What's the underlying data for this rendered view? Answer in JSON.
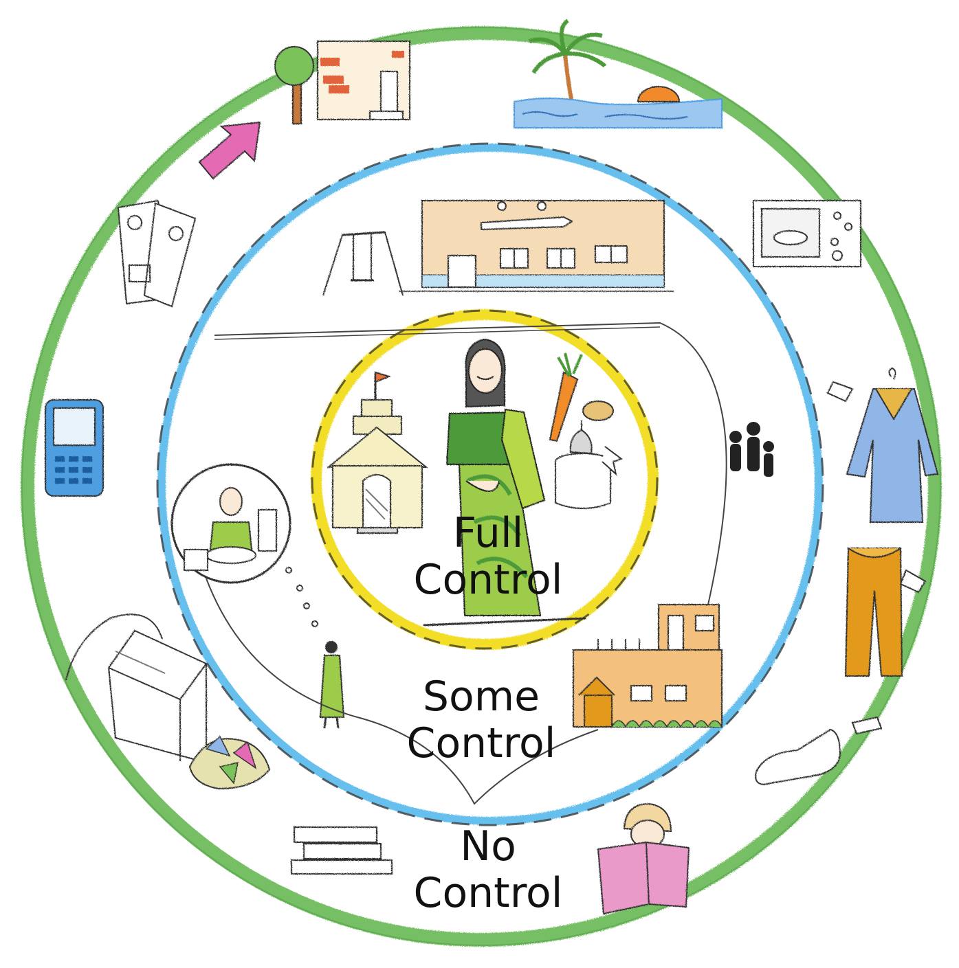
{
  "rings": [
    {
      "id": "full",
      "line1": "Full",
      "line2": "Control",
      "color": "#f2dc1e"
    },
    {
      "id": "some",
      "line1": "Some",
      "line2": "Control",
      "color": "#56b9ea"
    },
    {
      "id": "no",
      "line1": "No",
      "line2": "Control",
      "color": "#5fb44a"
    }
  ],
  "colors": {
    "sari": "#9ccc4a",
    "sari_dark": "#4e9a3a",
    "wall_orange": "#f4c07e",
    "school_wall": "#f5dbb6",
    "phone_blue": "#4f9fe0",
    "kurta_blue": "#8fb6e6",
    "pants_orange": "#e39a1e",
    "magazine_pink": "#e99ac9",
    "arrow_pink": "#e56ab4",
    "sea_blue": "#4d9be0",
    "sun_orange": "#f08a2a"
  },
  "icons": [
    "woman-in-sari-icon",
    "temple-icon",
    "carrot-icon",
    "potato-icon",
    "onion-icon",
    "cooking-pot-icon",
    "school-building-icon",
    "swing-icon",
    "house-icon",
    "walking-family-icon",
    "woman-cooking-icon",
    "woman-walking-icon",
    "house-construction-icon",
    "tree-icon",
    "palm-tree-beach-icon",
    "arrow-icon",
    "newspaper-icon",
    "mobile-phone-icon",
    "microwave-icon",
    "kurta-icon",
    "trousers-icon",
    "shoe-icon",
    "washing-machine-icon",
    "clothes-pile-icon",
    "books-stack-icon",
    "reading-person-icon"
  ]
}
